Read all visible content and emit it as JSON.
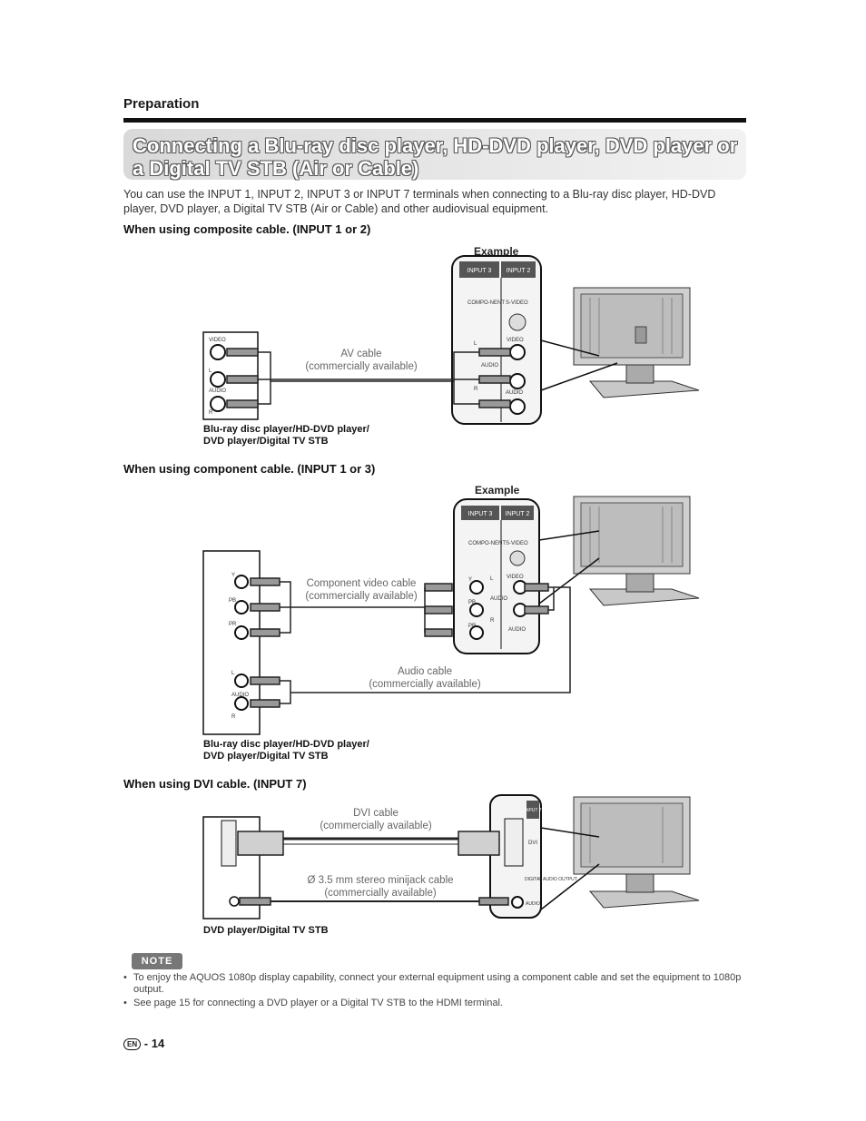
{
  "page": {
    "section": "Preparation",
    "title": "Connecting a Blu-ray disc player, HD-DVD player, DVD player or a Digital TV STB (Air or Cable)",
    "intro": "You can use the INPUT 1, INPUT 2, INPUT 3 or INPUT 7 terminals when connecting to a Blu-ray disc player, HD-DVD player, DVD player, a Digital TV STB (Air or Cable) and other audiovisual equipment.",
    "page_number": "14",
    "lang_badge": "EN"
  },
  "composite": {
    "heading": "When using composite cable. (INPUT 1 or 2)",
    "example": "Example",
    "cable_line1": "AV cable",
    "cable_line2": "(commercially available)",
    "device_line1": "Blu-ray disc player/HD-DVD player/",
    "device_line2": "DVD player/Digital TV STB",
    "dev_ports": [
      "VIDEO",
      "L",
      "AUDIO",
      "R"
    ],
    "panel_tabs": [
      "INPUT 3",
      "INPUT 2"
    ],
    "panel_labels": [
      "COMPO-NENT",
      "S-VIDEO",
      "VIDEO",
      "AUDIO",
      "AUDIO",
      "L",
      "R"
    ]
  },
  "component": {
    "heading": "When using component cable. (INPUT 1 or 3)",
    "example": "Example",
    "cable_line1": "Component video cable",
    "cable_line2": "(commercially available)",
    "audio_line1": "Audio cable",
    "audio_line2": "(commercially available)",
    "device_line1": "Blu-ray disc player/HD-DVD player/",
    "device_line2": "DVD player/Digital TV STB",
    "dev_ports": [
      "Y",
      "PB",
      "PR",
      "L",
      "AUDIO",
      "R"
    ],
    "panel_tabs": [
      "INPUT 3",
      "INPUT 2"
    ],
    "panel_labels": [
      "COMPO-NENT",
      "S-VIDEO",
      "VIDEO",
      "AUDIO",
      "AUDIO",
      "Y",
      "PB",
      "PR",
      "L",
      "R"
    ]
  },
  "dvi": {
    "heading": "When using DVI cable. (INPUT 7)",
    "cable_line1": "DVI cable",
    "cable_line2": "(commercially available)",
    "mini_line1": "Ø 3.5 mm stereo minijack cable",
    "mini_line2": "(commercially available)",
    "device_line1": "DVD player/Digital TV STB",
    "panel_tabs": [
      "INPUT 7"
    ],
    "panel_labels": [
      "DVI",
      "DIGITAL AUDIO OUTPUT",
      "AUDIO"
    ]
  },
  "note": {
    "badge": "NOTE",
    "items": [
      "To enjoy the AQUOS 1080p display capability, connect your external equipment using a component cable and set the equipment to 1080p output.",
      "See page 15 for connecting a DVD player or a Digital TV STB to the HDMI terminal."
    ]
  },
  "colors": {
    "ink": "#111111",
    "gray": "#666666",
    "banner": "#dcdcdc"
  }
}
